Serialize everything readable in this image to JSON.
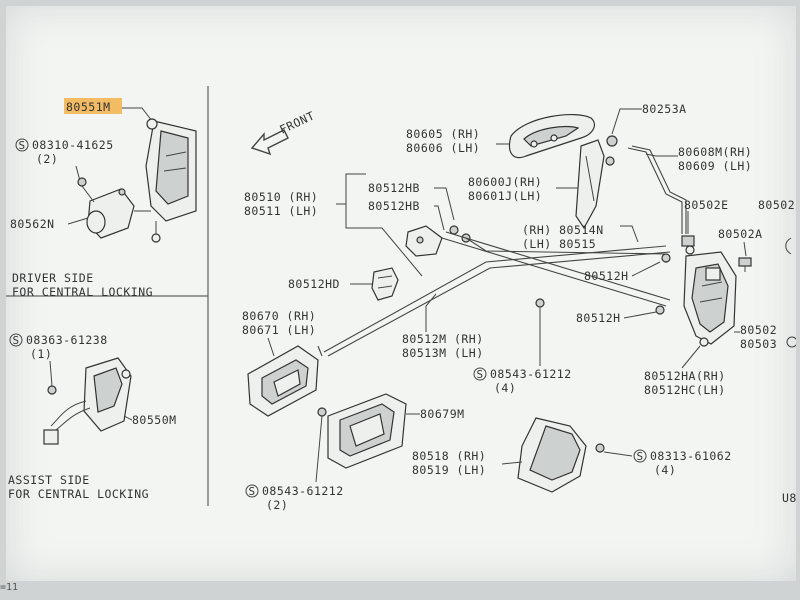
{
  "labels": {
    "hl_part": "80551M",
    "screw_top_left": "08310-41625",
    "screw_top_left_qty": "(2)",
    "actuator_driver": "80562N",
    "driver_side_1": "DRIVER SIDE",
    "driver_side_2": "FOR CENTRAL LOCKING",
    "screw_assist": "08363-61238",
    "screw_assist_qty": "(1)",
    "actuator_assist": "80550M",
    "assist_side_1": "ASSIST SIDE",
    "assist_side_2": "FOR CENTRAL LOCKING",
    "front": "FRONT",
    "handle_rh": "80605 (RH)",
    "handle_lh": "80606 (LH)",
    "clip_80253a": "80253A",
    "rod_rh": "80608M(RH)",
    "rod_lh": "80609 (LH)",
    "link_rh": "80510 (RH)",
    "link_lh": "80511 (LH)",
    "clip_hb1": "80512HB",
    "clip_hb2": "80512HB",
    "handle_bracket_rh": "80600J(RH)",
    "handle_bracket_lh": "80601J(LH)",
    "clip_80502e": "80502E",
    "clip_80502_cut": "80502",
    "rod_80514n": "(RH) 80514N",
    "rod_80515": "(LH) 80515",
    "clip_80502a": "80502A",
    "clip_80512hd": "80512HD",
    "clip_80512h_a": "80512H",
    "clip_80512h_b": "80512H",
    "inner_handle_rh": "80670 (RH)",
    "inner_handle_lh": "80671 (LH)",
    "rod_80512m": "80512M (RH)",
    "rod_80513m": "80513M (LH)",
    "screw_center": "08543-61212",
    "screw_center_qty": "(4)",
    "lock_rh": "80502",
    "lock_lh": "80503",
    "clip_80512ha": "80512HA(RH)",
    "clip_80512hc": "80512HC(LH)",
    "escutcheon": "80679M",
    "screw_bottom": "08543-61212",
    "screw_bottom_qty": "(2)",
    "protector_rh": "80518 (RH)",
    "protector_lh": "80519 (LH)",
    "screw_right": "08313-61062",
    "screw_right_qty": "(4)",
    "corner_code": "U8",
    "screw_prefix": "S"
  },
  "highlight_color": "#f1b04a",
  "bottom_glyph": "=11"
}
